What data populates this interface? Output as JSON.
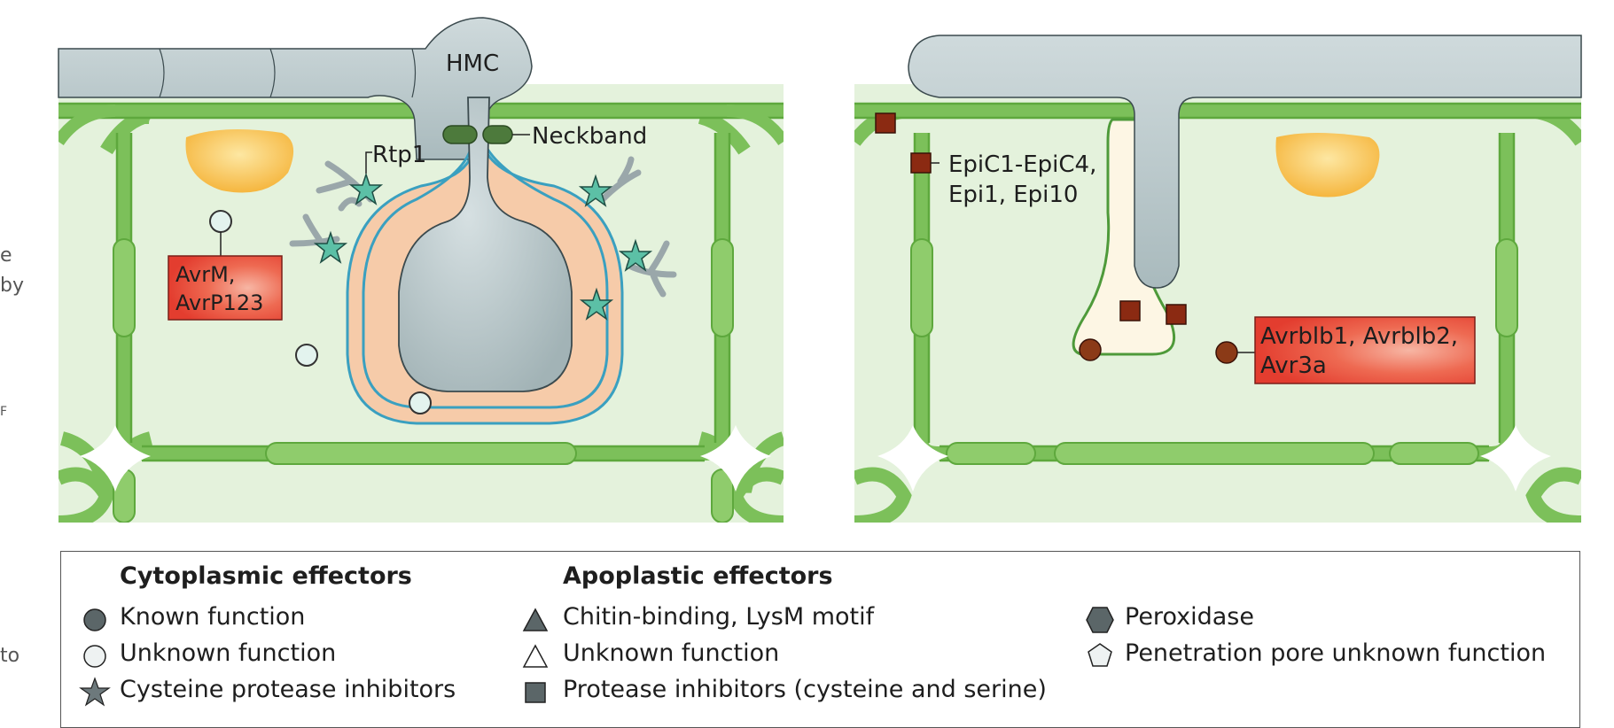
{
  "side_fragments": [
    "e",
    "by",
    "F",
    "to"
  ],
  "panels": {
    "left": {
      "labels": {
        "hmc": "HMC",
        "neckband": "Neckband",
        "rtp1": "Rtp1",
        "avr_box": [
          "AvrM,",
          "AvrP123"
        ]
      }
    },
    "right": {
      "labels": {
        "epi": [
          "EpiC1-EpiC4,",
          "Epi1, Epi10"
        ],
        "avr_box": [
          "Avrblb1, Avrblb2,",
          "Avr3a"
        ]
      }
    }
  },
  "legend": {
    "cytoplasmic": {
      "heading": "Cytoplasmic effectors",
      "items": [
        {
          "icon": "dark-circle-icon",
          "label": "Known function"
        },
        {
          "icon": "light-circle-icon",
          "label": "Unknown function"
        },
        {
          "icon": "star-icon",
          "label": "Cysteine protease inhibitors"
        }
      ]
    },
    "apoplastic": {
      "heading": "Apoplastic effectors",
      "items": [
        {
          "icon": "dark-triangle-icon",
          "label": "Chitin-binding, LysM motif"
        },
        {
          "icon": "light-triangle-icon",
          "label": "Unknown function"
        },
        {
          "icon": "dark-square-icon",
          "label": "Protease inhibitors (cysteine and serine)"
        }
      ]
    },
    "other": {
      "items": [
        {
          "icon": "dark-hexagon-icon",
          "label": "Peroxidase"
        },
        {
          "icon": "light-pentagon-icon",
          "label": "Penetration pore unknown function"
        }
      ]
    }
  },
  "colors": {
    "cell_wall": "#7cc05a",
    "cytoplasm": "#e4f2dc",
    "hypha": "#b9c8cb",
    "avr_box": "#e8473a",
    "interface": "#f6cba9",
    "membrane": "#3aa0c0",
    "star": "#5cc0a6",
    "square": "#8b2a12",
    "orange_body": "#f5b63a"
  }
}
